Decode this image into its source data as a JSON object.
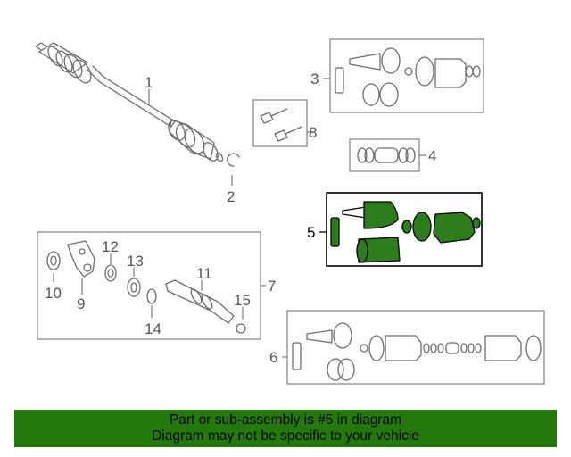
{
  "callouts": {
    "c1": "1",
    "c2": "2",
    "c3": "3",
    "c4": "4",
    "c5": "5",
    "c6": "6",
    "c7": "7",
    "c8": "8",
    "c9": "9",
    "c10": "10",
    "c11": "11",
    "c12": "12",
    "c13": "13",
    "c14": "14",
    "c15": "15"
  },
  "highlighted_callout": "5",
  "banner": {
    "line1": "Part or sub-assembly is #5 in diagram",
    "line2": "Diagram may not be specific to your vehicle",
    "color": "#237a0a"
  },
  "colors": {
    "highlight_fill": "#2e7d1c",
    "outline": "#6d6d6d"
  }
}
